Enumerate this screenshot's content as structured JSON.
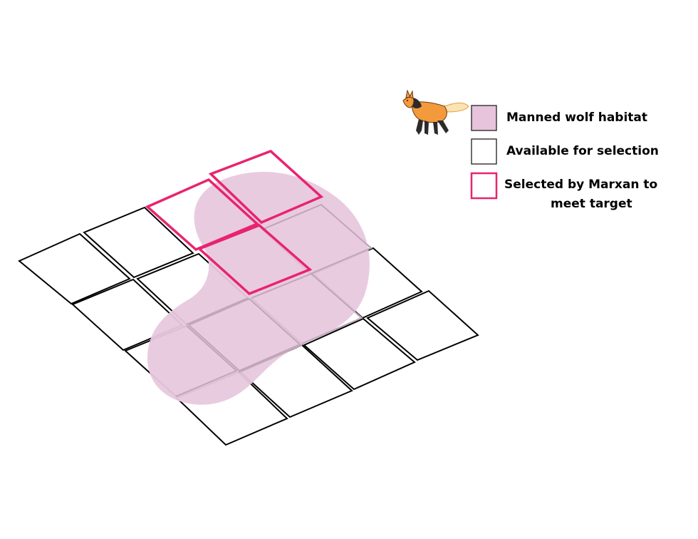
{
  "legend": {
    "habitat_label": "Manned wolf habitat",
    "available_label": "Available for selection",
    "selected_label_line1": "Selected by Marxan to",
    "selected_label_line2": "meet target"
  },
  "colors": {
    "habitat_fill": "#e8c8de",
    "habitat_legend_fill": "#e7c3dc",
    "selected_stroke": "#e8246e",
    "grid_stroke": "#000000",
    "grid_over_habitat_stroke": "#bfa6b8",
    "wolf_body": "#f39a3c",
    "wolf_dark": "#2d2a2a"
  },
  "icons": {
    "wolf": "maned-wolf-icon"
  }
}
